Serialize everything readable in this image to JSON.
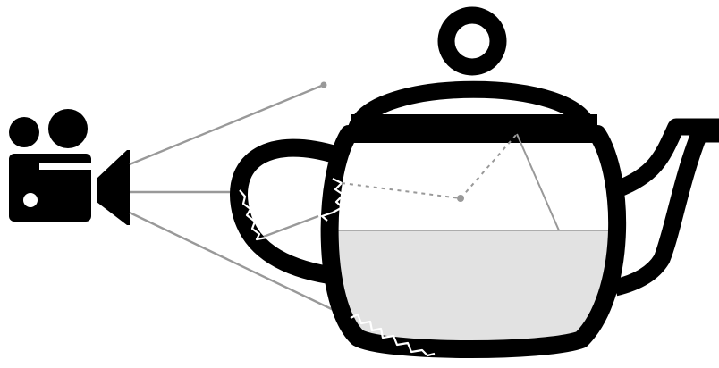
{
  "diagram": {
    "camera": {
      "icon": "video-camera-icon"
    },
    "object": {
      "icon": "teapot-icon",
      "liquid_fill_fraction": 0.5
    },
    "rays": {
      "count": 4,
      "style": "light-paths"
    },
    "colors": {
      "outline": "#000000",
      "liquid": "#e2e2e2",
      "ray": "#999999",
      "background": "#ffffff",
      "crack": "#ffffff"
    }
  }
}
